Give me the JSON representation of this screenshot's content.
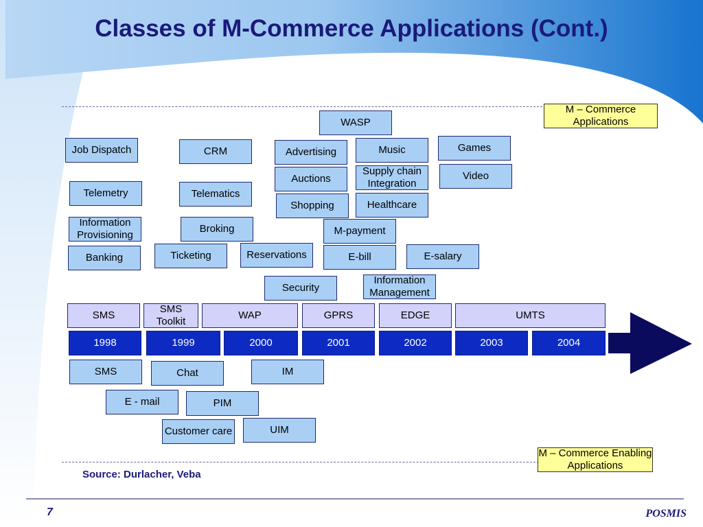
{
  "title": "Classes of M-Commerce Applications (Cont.)",
  "apps": {
    "label": "M – Commerce Applications",
    "items": [
      "WASP",
      "Job Dispatch",
      "CRM",
      "Advertising",
      "Music",
      "Games",
      "Auctions",
      "Supply chain Integration",
      "Video",
      "Telemetry",
      "Telematics",
      "Shopping",
      "Healthcare",
      "Information Provisioning",
      "Broking",
      "M-payment",
      "Banking",
      "Ticketing",
      "Reservations",
      "E-bill",
      "E-salary",
      "Security",
      "Information Management"
    ]
  },
  "tech": [
    "SMS",
    "SMS Toolkit",
    "WAP",
    "GPRS",
    "EDGE",
    "UMTS"
  ],
  "years": [
    "1998",
    "1999",
    "2000",
    "2001",
    "2002",
    "2003",
    "2004"
  ],
  "enabling": {
    "label": "M – Commerce Enabling Applications",
    "items": [
      "SMS",
      "Chat",
      "IM",
      "E - mail",
      "PIM",
      "Customer care",
      "UIM"
    ]
  },
  "source": "Source: Durlacher, Veba",
  "page_number": "7",
  "brand": "POSMIS",
  "colors": {
    "title": "#1a1a7a",
    "box_blue": "#a9cff5",
    "box_lavender": "#d2d2fa",
    "year_blue": "#0d2bc2",
    "label_yellow": "#ffff99",
    "arrow": "#0b0b5e"
  }
}
